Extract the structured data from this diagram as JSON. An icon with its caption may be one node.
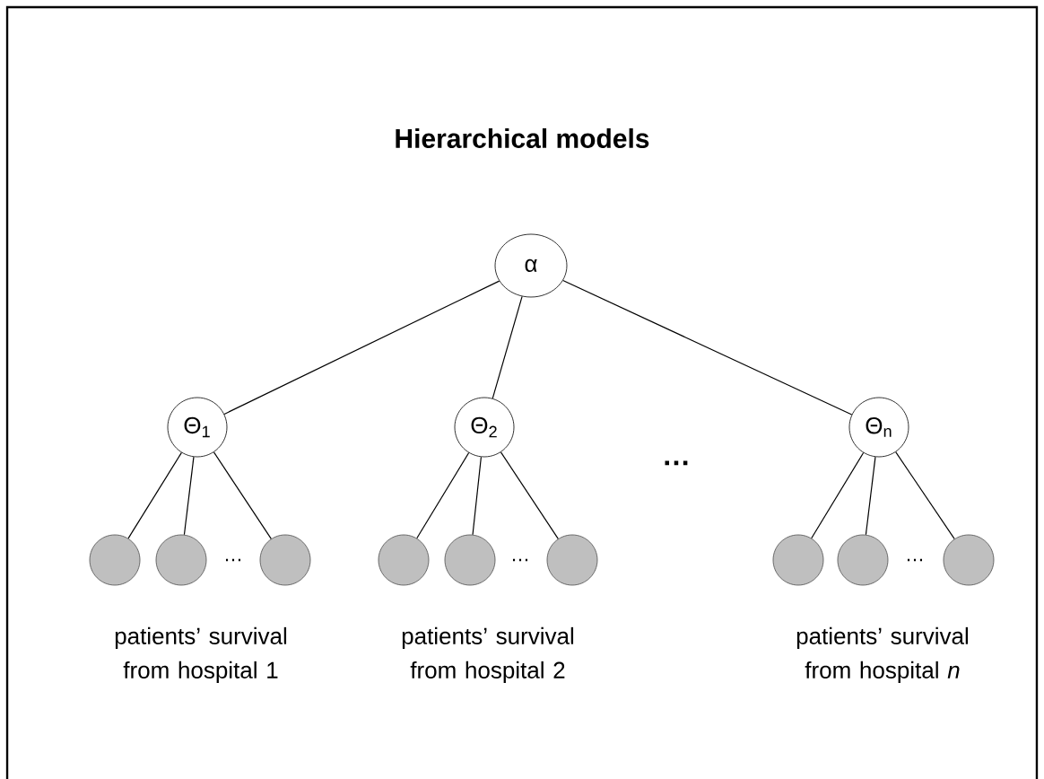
{
  "diagram": {
    "title": "Hierarchical models",
    "nodes": [
      {
        "text": [
          "α"
        ]
      },
      {
        "text": [
          "Θ$_{1}$"
        ]
      },
      {
        "text": [
          "Θ$_{2}$"
        ]
      },
      {
        "text": [
          "Θ$_{n}$"
        ]
      },
      {
        "text": [],
        "shape": "circle"
      },
      {
        "text": [],
        "shape": "circle"
      },
      {
        "text": [],
        "shape": "circle"
      },
      {
        "text": [],
        "shape": "circle"
      },
      {
        "text": [],
        "shape": "circle"
      },
      {
        "text": [],
        "shape": "circle"
      },
      {
        "text": [],
        "shape": "circle"
      },
      {
        "text": [],
        "shape": "circle"
      },
      {
        "text": [],
        "shape": "circle"
      }
    ],
    "edges": [
      {
        "from": 0,
        "to": 1,
        "arrow": "none"
      },
      {
        "from": 0,
        "to": 2,
        "arrow": "none"
      },
      {
        "from": 0,
        "to": 3,
        "arrow": "none"
      },
      {
        "from": 1,
        "to": 4,
        "arrow": "none"
      },
      {
        "from": 1,
        "to": 5,
        "arrow": "none"
      },
      {
        "from": 1,
        "to": 6,
        "arrow": "none"
      },
      {
        "from": 2,
        "to": 7,
        "arrow": "none"
      },
      {
        "from": 2,
        "to": 8,
        "arrow": "none"
      },
      {
        "from": 2,
        "to": 9,
        "arrow": "none"
      },
      {
        "from": 3,
        "to": 10,
        "arrow": "none"
      },
      {
        "from": 3,
        "to": 11,
        "arrow": "none"
      },
      {
        "from": 3,
        "to": 12,
        "arrow": "none"
      }
    ],
    "labels": [
      "…",
      "…",
      "…",
      "…",
      "patients’ survival from hospital 1",
      "patients’ survival from hospital 2",
      "patients’ survival from hospital *n*"
    ]
  }
}
